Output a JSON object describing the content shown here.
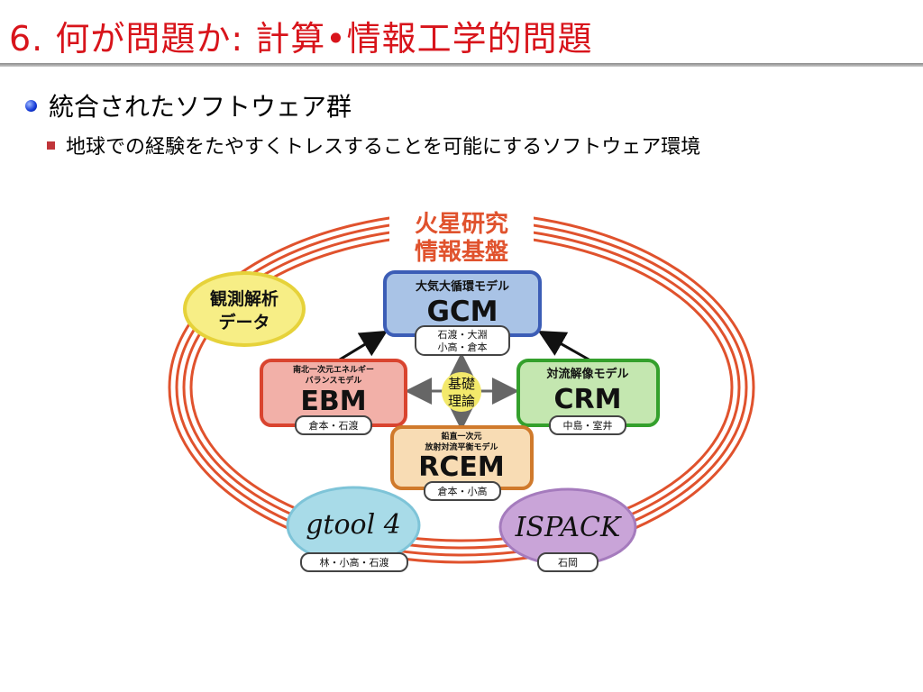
{
  "title": "6. 何が問題か: 計算•情報工学的問題",
  "bullet1": "統合されたソフトウェア群",
  "bullet2": "地球での経験をたやすくトレスすることを可能にするソフトウェア環境",
  "diagram": {
    "ring_label_1": "火星研究",
    "ring_label_2": "情報基盤",
    "obs_1": "観測解析",
    "obs_2": "データ",
    "core_1": "基礎",
    "core_2": "理論",
    "gcm": {
      "desc": "大気大循環モデル",
      "name": "GCM",
      "people_1": "石渡・大淵",
      "people_2": "小高・倉本"
    },
    "ebm": {
      "desc_1": "南北一次元エネルギー",
      "desc_2": "バランスモデル",
      "name": "EBM",
      "people": "倉本・石渡"
    },
    "crm": {
      "desc": "対流解像モデル",
      "name": "CRM",
      "people": "中島・室井"
    },
    "rcem": {
      "desc_1": "鉛直一次元",
      "desc_2": "放射対流平衡モデル",
      "name": "RCEM",
      "people": "倉本・小高"
    },
    "gtool": {
      "name": "gtool 4",
      "people": "林・小高・石渡"
    },
    "ispack": {
      "name": "ISPACK",
      "people": "石岡"
    }
  },
  "colors": {
    "title": "#d8141b",
    "ring": "#e0522d",
    "gcm": "#3c5db6",
    "ebm": "#d9442f",
    "crm": "#34a02c",
    "rcem": "#d07a2c",
    "gtool": "#a8dbe8",
    "ispack": "#c9a4d8",
    "obs": "#f7ee86"
  }
}
